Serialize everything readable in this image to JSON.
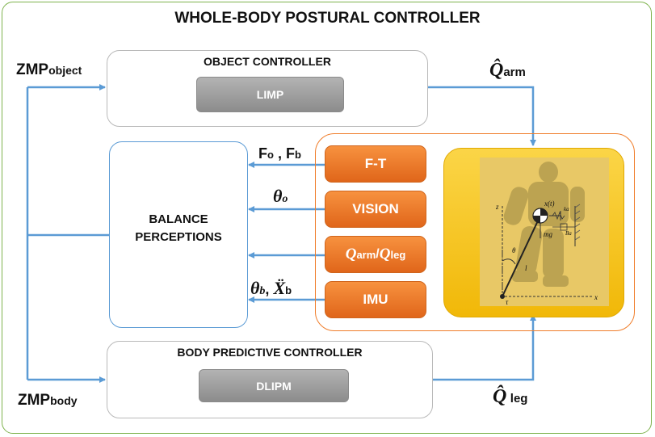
{
  "title": "WHOLE-BODY POSTURAL CONTROLLER",
  "object_controller": {
    "label": "OBJECT CONTROLLER",
    "block": "LIMP"
  },
  "body_controller": {
    "label": "BODY PREDICTIVE CONTROLLER",
    "block": "DLIPM"
  },
  "balance": {
    "line1": "BALANCE",
    "line2": "PERCEPTIONS"
  },
  "sensors": {
    "ft": "F-T",
    "vision": "VISION",
    "q_arm_sym": "Q",
    "q_arm_sub": "arm",
    "slash": "/",
    "q_leg_sym": "Q",
    "q_leg_sub": "leg",
    "imu": "IMU"
  },
  "signals": {
    "zmp_object_main": "ZMP",
    "zmp_object_sub": "object",
    "zmp_body_main": "ZMP",
    "zmp_body_sub": "body",
    "q_arm_hat_sym": "Q̂",
    "q_arm_hat_sub": "arm",
    "q_leg_hat_sym": "Q̂",
    "q_leg_hat_sub": "leg",
    "fo_main": "F",
    "fo_sub": "o",
    "fb_sep": " , F",
    "fb_sub": "b",
    "theta_o_sym": "θ",
    "theta_o_sub": "o",
    "theta_b_sym": "θ",
    "theta_b_sub": "b",
    "xdd_sep": ", ",
    "xdd_sym": "Ẍ",
    "xdd_sub": "b"
  },
  "robot_model": {
    "labels": [
      "z",
      "x(t)",
      "ka",
      "Ba",
      "mg",
      "θ",
      "l",
      "τ",
      "x"
    ]
  },
  "colors": {
    "line": "#5b9bd5",
    "frame": "#7fb34e",
    "orange": "#f07d2a",
    "yellow": "#f5c518",
    "grey": "#9e9e9e"
  }
}
